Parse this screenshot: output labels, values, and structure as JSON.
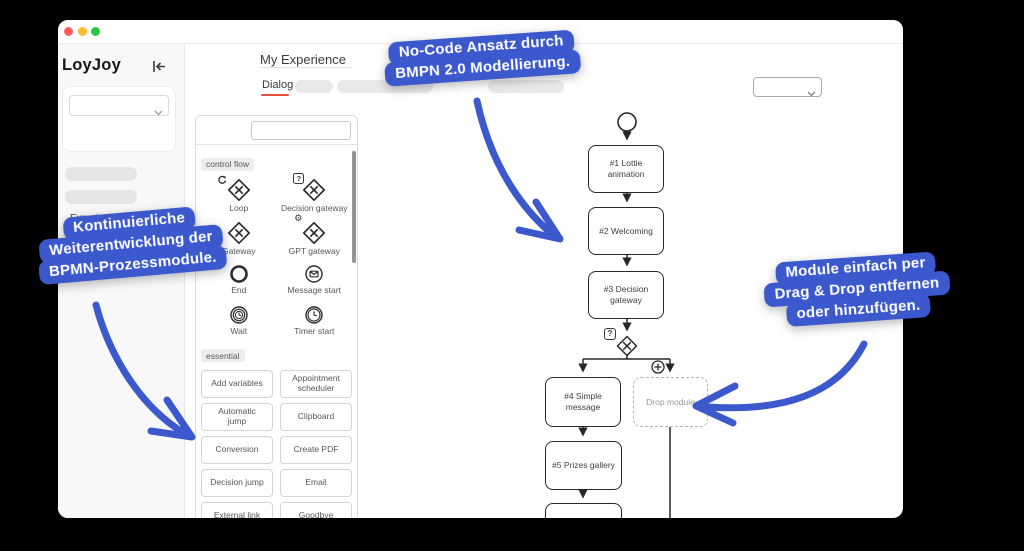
{
  "header": {
    "title": "My Experience",
    "tabs": [
      {
        "label": "Dialog"
      }
    ]
  },
  "sidebar": {
    "logo": "LoyJoy",
    "section_label": "Experience"
  },
  "palette": {
    "section_labels": {
      "control_flow": "control flow",
      "essential": "essential"
    },
    "icons": {
      "question": "?",
      "gear": "⚙"
    },
    "gateways": [
      {
        "label": "Loop"
      },
      {
        "label": "Decision gateway"
      },
      {
        "label": "Gateway"
      },
      {
        "label": "GPT gateway"
      }
    ],
    "events": [
      {
        "label": "End"
      },
      {
        "label": "Message start"
      },
      {
        "label": "Wait"
      },
      {
        "label": "Timer start"
      }
    ],
    "modules": [
      "Add variables",
      "Appointment scheduler",
      "Automatic jump",
      "Clipboard",
      "Conversion",
      "Create PDF",
      "Decision jump",
      "Email",
      "External link",
      "Goodbye",
      "",
      ""
    ]
  },
  "flow": {
    "nodes": [
      "#1 Lottie animation",
      "#2 Welcoming",
      "#3 Decision gateway",
      "#4 Simple message",
      "#5 Prizes gallery"
    ],
    "drop_zone_label": "Drop module",
    "gateway_badge": "?"
  },
  "callouts": {
    "no_code": {
      "lines": [
        "No-Code Ansatz durch",
        "BMPN 2.0 Modellierung."
      ]
    },
    "evolution": {
      "lines": [
        "Kontinuierliche",
        "Weiterentwicklung der",
        "BPMN-Prozessmodule."
      ]
    },
    "drag_drop": {
      "lines": [
        "Module einfach per",
        "Drag & Drop entfernen",
        "oder hinzufügen."
      ]
    }
  },
  "colors": {
    "accent_blue": "#3c58cd",
    "tab_underline": "#e8503a"
  }
}
